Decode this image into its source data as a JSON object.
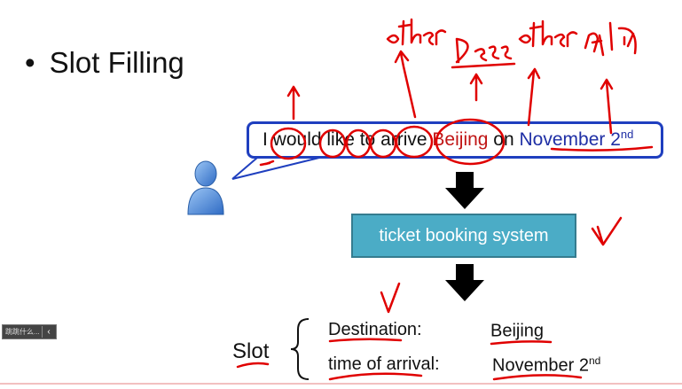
{
  "slide": {
    "bullet": "•",
    "title": "Slot Filling",
    "utterance": {
      "part1": "I would like to arrive ",
      "city": "Beijing",
      "part2": " on ",
      "date": "November 2",
      "date_sup": "nd"
    },
    "system_box": "ticket booking system",
    "slot_label": "Slot",
    "slots": [
      {
        "name": "Destination:",
        "value": "Beijing",
        "value_sup": ""
      },
      {
        "name": "time of arrival:",
        "value": "November 2",
        "value_sup": "nd"
      }
    ]
  },
  "annotations": {
    "other_1": "other",
    "dest": "Dest",
    "other_2": "other",
    "time_label": "时间"
  },
  "taskbar": {
    "label": "跳跳什么...",
    "chevron": "‹"
  },
  "colors": {
    "ink": "#e00000",
    "box_border": "#1f3fbf",
    "system_fill": "#4bacc6"
  }
}
